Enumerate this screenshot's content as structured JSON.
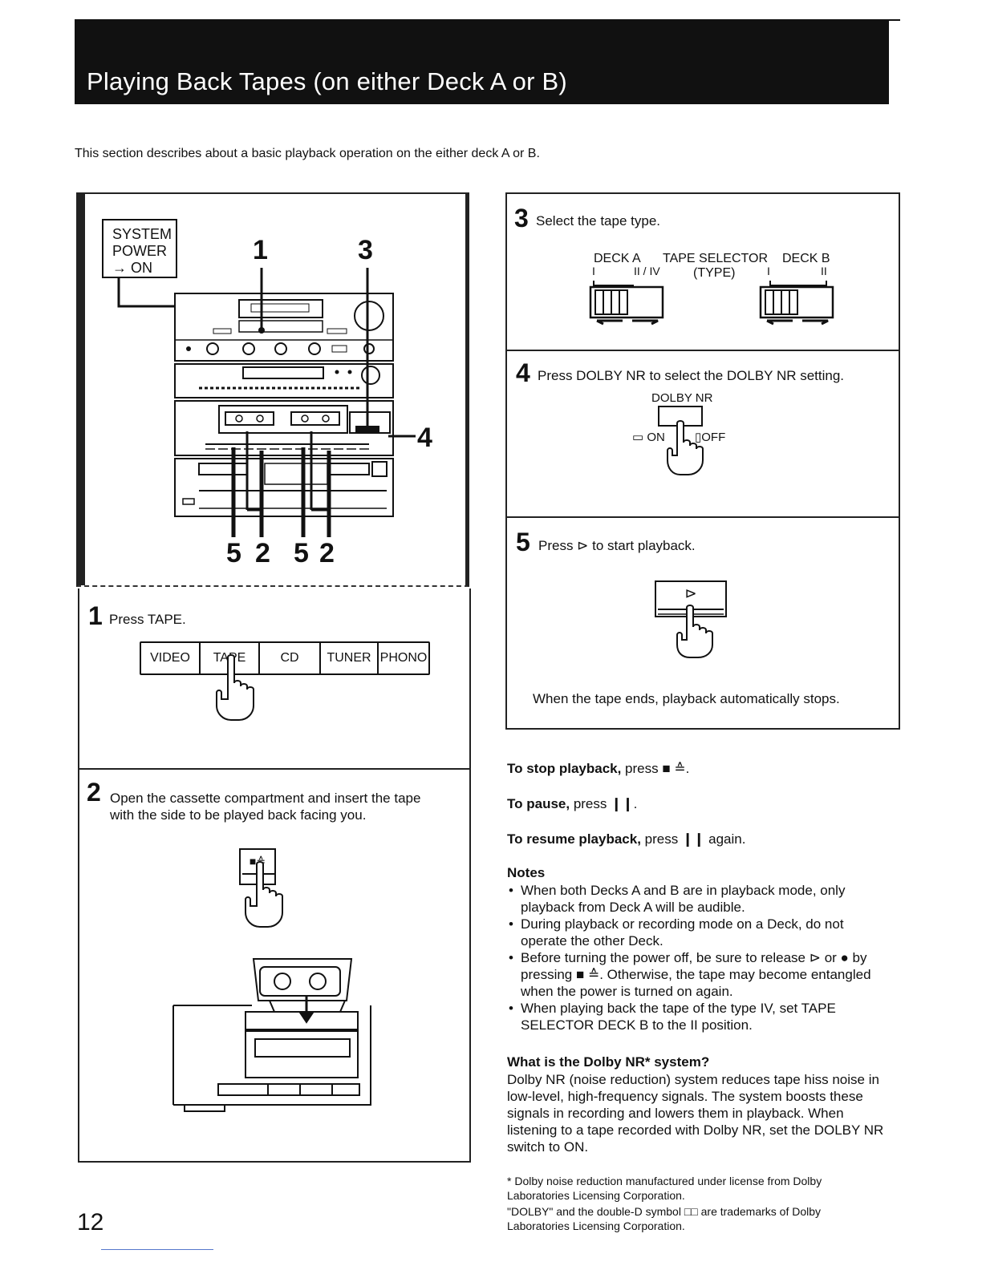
{
  "header": {
    "title": "Playing Back Tapes (on either Deck A or B)",
    "intro": "This section describes about a basic playback operation on the either deck A or B."
  },
  "overview": {
    "system_power_lines": [
      "SYSTEM",
      "POWER",
      "→ ON"
    ],
    "callouts": [
      "1",
      "3",
      "4",
      "5",
      "2",
      "5",
      "2"
    ]
  },
  "step1": {
    "number": "1",
    "text": "Press TAPE.",
    "buttons": [
      "VIDEO",
      "TAPE",
      "CD",
      "TUNER",
      "PHONO"
    ]
  },
  "step2": {
    "number": "2",
    "text_line1": "Open the cassette compartment and insert the tape",
    "text_line2": "with the side to be played back facing you.",
    "button_symbol": "■≙"
  },
  "step3": {
    "number": "3",
    "text": "Select the tape type.",
    "deck_a": "DECK A",
    "deck_b": "DECK B",
    "selector_label": "TAPE SELECTOR",
    "selector_sub": "(TYPE)",
    "deck_a_positions": [
      "I",
      "II / IV"
    ],
    "deck_b_positions": [
      "I",
      "II"
    ]
  },
  "step4": {
    "number": "4",
    "text": "Press DOLBY NR to select the DOLBY NR setting.",
    "label": "DOLBY NR",
    "on_label": "ON",
    "off_label": "OFF"
  },
  "step5": {
    "number": "5",
    "text": "Press ⊳ to start playback.",
    "note": "When the tape ends, playback automatically stops."
  },
  "instructions": {
    "stop_bold": "To stop playback,",
    "stop_rest": " press ■ ≙.",
    "pause_bold": "To pause,",
    "pause_rest": " press ❙❙.",
    "resume_bold": "To resume playback,",
    "resume_rest": " press ❙❙ again."
  },
  "notes": {
    "heading": "Notes",
    "items": [
      "When both Decks A and B are in playback mode, only playback from Deck A will be audible.",
      "During playback or recording mode on a Deck, do not operate the other Deck.",
      "Before turning the power off, be sure to release ⊳ or ● by pressing ■ ≙. Otherwise, the tape may become entangled when the power is turned on again.",
      "When playing back the tape of the type IV, set TAPE SELECTOR DECK B to the II position."
    ]
  },
  "dolby": {
    "heading": "What is the Dolby NR* system?",
    "body": "Dolby NR (noise reduction) system reduces tape hiss noise in low-level, high-frequency signals. The system boosts these signals in recording and lowers them in playback. When listening to a tape recorded with Dolby NR, set the DOLBY NR switch to ON."
  },
  "footnotes": {
    "line1": "* Dolby noise reduction manufactured under license from Dolby Laboratories Licensing Corporation.",
    "line2": "\"DOLBY\" and the double-D symbol □□ are trademarks of Dolby Laboratories Licensing Corporation."
  },
  "page_number": "12"
}
